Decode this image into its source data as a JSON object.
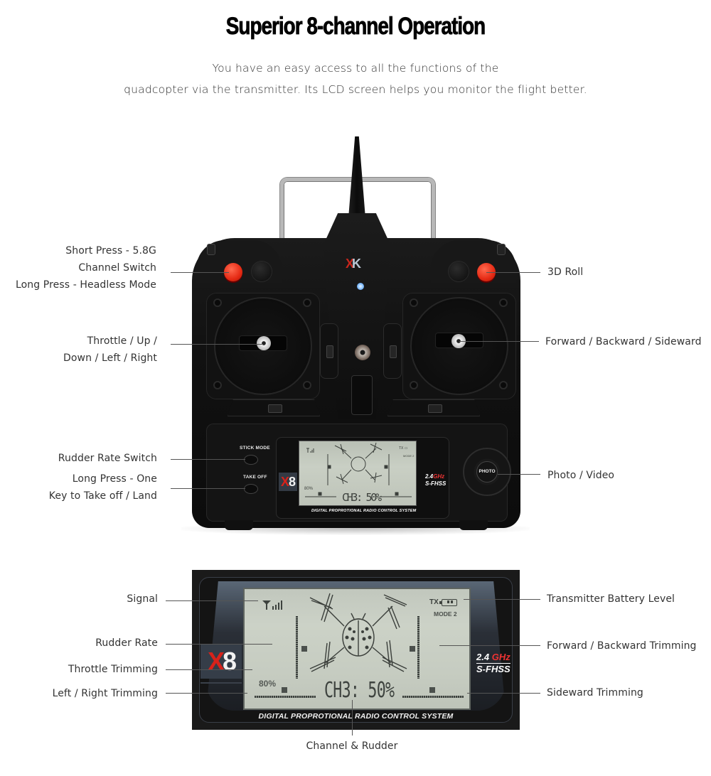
{
  "header": {
    "title": "Superior 8-channel Operation",
    "subtitle_line1": "You have an easy access to all the functions of the",
    "subtitle_line2": "quadcopter via the transmitter. Its LCD screen helps you monitor the flight better."
  },
  "transmitter": {
    "brand_logo": {
      "x": "X",
      "k": "K"
    },
    "buttons": {
      "stick_mode": "STICK MODE",
      "take_off": "TAKE OFF",
      "photo": "PHOTO"
    },
    "model_badge": {
      "x": "X",
      "eight": "8"
    },
    "frequency": {
      "ghz_num": "2.4",
      "ghz_unit": "GHz",
      "protocol": "S-FHSS"
    },
    "system_label": "DIGITAL PROPROTIONAL RADIO CONTROL SYSTEM",
    "callouts_left": [
      {
        "lines": [
          "Short Press - 5.8G",
          "Channel Switch",
          "Long Press - Headless Mode"
        ]
      },
      {
        "lines": [
          "Throttle / Up /",
          "Down / Left / Right"
        ]
      },
      {
        "lines": [
          "Rudder Rate Switch"
        ]
      },
      {
        "lines": [
          "Long Press - One",
          "Key to Take off / Land"
        ]
      }
    ],
    "callouts_right": [
      {
        "lines": [
          "3D Roll"
        ]
      },
      {
        "lines": [
          "Forward / Backward / Sideward"
        ]
      },
      {
        "lines": [
          "Photo / Video"
        ]
      }
    ]
  },
  "lcd": {
    "tx_label": "TX",
    "mode": "MODE 2",
    "rudder_rate": "80%",
    "channel_readout": "CH3: 50%",
    "model_badge": {
      "x": "X",
      "eight": "8"
    },
    "frequency": {
      "ghz_num": "2.4",
      "ghz_unit": "GHz",
      "protocol": "S-FHSS"
    },
    "system_label": "DIGITAL PROPROTIONAL RADIO CONTROL SYSTEM",
    "callouts_left": [
      "Signal",
      "Rudder Rate",
      "Throttle Trimming",
      "Left / Right Trimming"
    ],
    "callouts_right": [
      "Transmitter Battery Level",
      "Forward / Backward Trimming",
      "Sideward Trimming"
    ],
    "callout_bottom": "Channel & Rudder"
  },
  "colors": {
    "accent_red": "#e52a14",
    "lcd_bg": "#c6ccc1",
    "body_black": "#111111",
    "text_gray": "#333333"
  }
}
